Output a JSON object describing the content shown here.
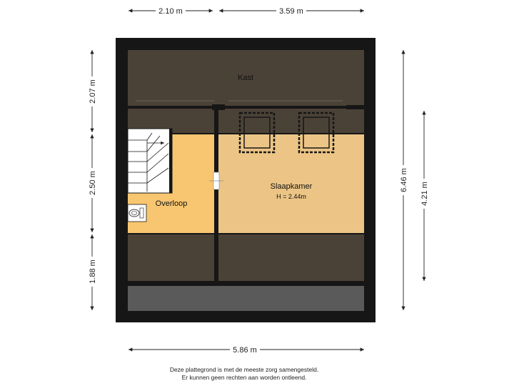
{
  "dimensions": {
    "top_left": "2.10 m",
    "top_right": "3.59 m",
    "left_top": "2.07 m",
    "left_mid": "2.50 m",
    "left_bottom": "1.88 m",
    "right_outer": "6.46 m",
    "right_inner": "4.21 m",
    "bottom": "5.86 m"
  },
  "rooms": {
    "kast": "Kast",
    "slaapkamer": "Slaapkamer",
    "slaapkamer_height": "H = 2.44m",
    "overloop": "Overloop"
  },
  "disclaimer": {
    "line1": "Deze plattegrond is met de meeste zorg samengesteld.",
    "line2": "Er kunnen geen rechten aan worden ontleend."
  },
  "colors": {
    "wall": "#161616",
    "kast_floor": "#4b4237",
    "slaapkamer_floor": "#ecc586",
    "overloop_floor": "#f8c670",
    "low_ceiling_floor": "#4b4237",
    "bottom_strip": "#5a5a5a",
    "stairs": "#ffffff"
  }
}
